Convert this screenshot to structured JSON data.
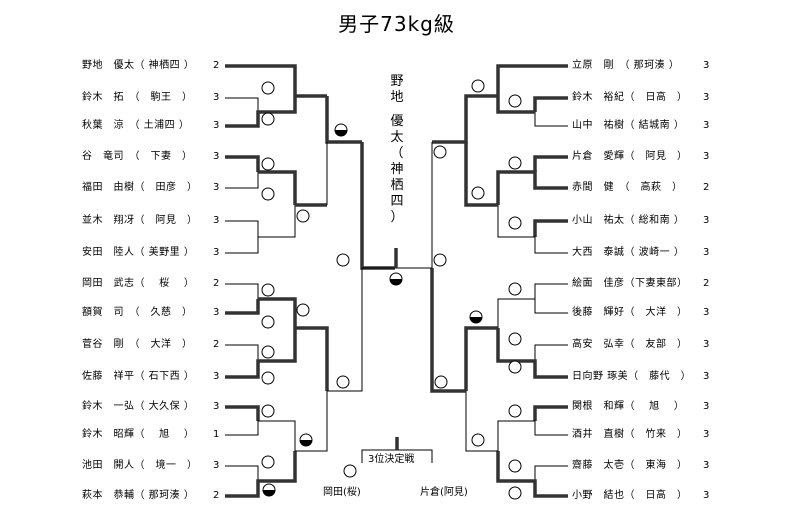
{
  "title": "男子73kg級",
  "champion": {
    "chars": [
      "野",
      "地",
      "",
      "優",
      "太",
      "（",
      "神",
      "栖",
      "四",
      "）"
    ]
  },
  "left_entries": [
    {
      "name": "野地　優太（ 神栖四 ）",
      "score": "2"
    },
    {
      "name": "鈴木　拓　（　駒王　）",
      "score": "3"
    },
    {
      "name": "秋葉　涼　（ 土浦四 ）",
      "score": "3"
    },
    {
      "name": "谷　竜司　（　下妻　）",
      "score": "3"
    },
    {
      "name": "福田　由樹（　田彦　）",
      "score": "3"
    },
    {
      "name": "並木　翔冴（　阿見　）",
      "score": "3"
    },
    {
      "name": "安田　陸人（ 美野里 ）",
      "score": "3"
    },
    {
      "name": "岡田　武志（　 桜 　）",
      "score": "2"
    },
    {
      "name": "額賀　司　（　久慈　）",
      "score": "3"
    },
    {
      "name": "菅谷　剛　（　大洋　）",
      "score": "2"
    },
    {
      "name": "佐藤　祥平（ 石下西 ）",
      "score": "3"
    },
    {
      "name": "鈴木　一弘（ 大久保 ）",
      "score": "3"
    },
    {
      "name": "鈴木　昭輝（　 旭 　）",
      "score": "1"
    },
    {
      "name": "池田　開人（　境一　）",
      "score": "3"
    },
    {
      "name": "萩本　恭輔（ 那珂湊 ）",
      "score": "2"
    }
  ],
  "right_entries": [
    {
      "name": "立原　剛　（ 那珂湊 ）",
      "score": "3"
    },
    {
      "name": "鈴木　裕紀（　日高　）",
      "score": "3"
    },
    {
      "name": "山中　祐樹（ 結城南 ）",
      "score": "3"
    },
    {
      "name": "片倉　愛輝（　阿見　）",
      "score": "3"
    },
    {
      "name": "赤間　健　（　高萩　）",
      "score": "2"
    },
    {
      "name": "小山　祐太（ 総和南 ）",
      "score": "3"
    },
    {
      "name": "大西　泰誠（ 波崎一 ）",
      "score": "3"
    },
    {
      "name": "絵面　佳彦（下妻東部）",
      "score": "2"
    },
    {
      "name": "後藤　輝好（　大洋　）",
      "score": "3"
    },
    {
      "name": "高安　弘幸（　友部　）",
      "score": "3"
    },
    {
      "name": "日向野 琢美（　藤代　）",
      "score": "3"
    },
    {
      "name": "関根　和輝（　 旭 　）",
      "score": "3"
    },
    {
      "name": "酒井　直樹（　竹来　）",
      "score": "3"
    },
    {
      "name": "齋藤　太壱（　東海　）",
      "score": "3"
    },
    {
      "name": "小野　結也（　日高　）",
      "score": "3"
    }
  ],
  "third_place": {
    "label": "3位決定戦",
    "left": "岡田(桜)",
    "right": "片倉(阿見)"
  },
  "colors": {
    "line": "#000000",
    "thick": "#333333",
    "text": "#000000"
  }
}
